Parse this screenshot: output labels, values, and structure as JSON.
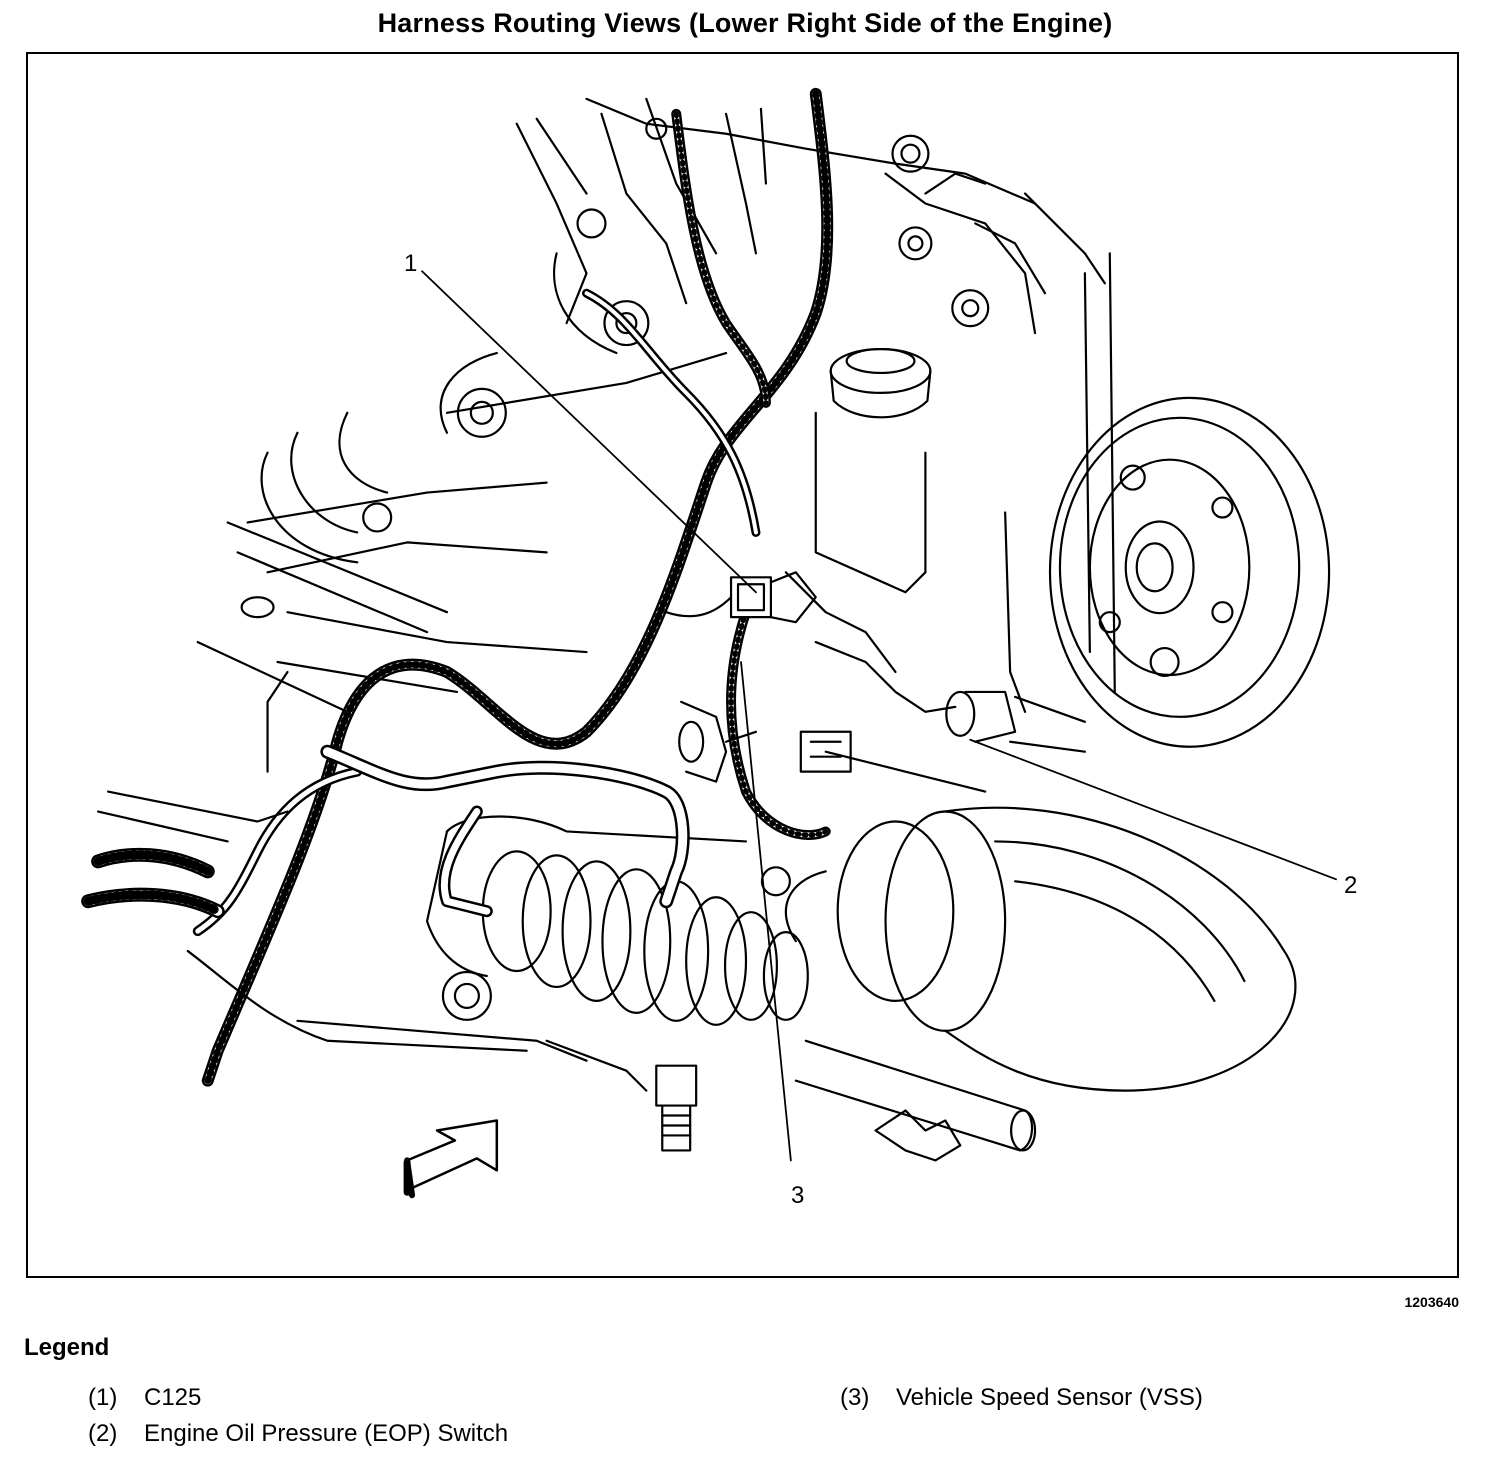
{
  "title": "Harness Routing Views (Lower Right Side of the Engine)",
  "figure_id": "1203640",
  "callouts": [
    {
      "label": "1"
    },
    {
      "label": "2"
    },
    {
      "label": "3"
    }
  ],
  "legend": {
    "heading": "Legend",
    "items": [
      {
        "number": "(1)",
        "text": "C125"
      },
      {
        "number": "(2)",
        "text": "Engine Oil Pressure (EOP) Switch"
      },
      {
        "number": "(3)",
        "text": "Vehicle Speed Sensor (VSS)"
      }
    ]
  },
  "colors": {
    "ink": "#000000",
    "background": "#ffffff"
  }
}
